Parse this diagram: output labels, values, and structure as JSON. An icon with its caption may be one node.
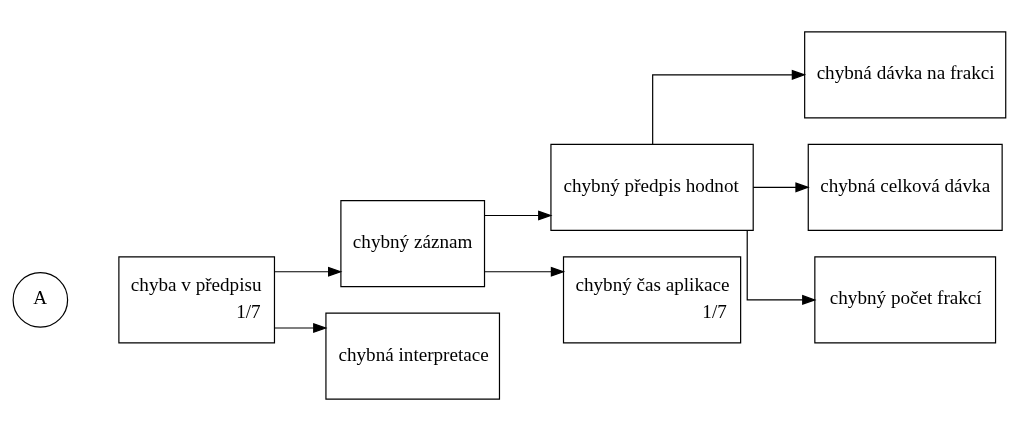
{
  "diagram": {
    "nodes": [
      {
        "text": [
          "A"
        ]
      },
      {
        "text": [
          "chyba v předpisu",
          "1/7"
        ]
      },
      {
        "text": [
          "chybný záznam"
        ]
      },
      {
        "text": [
          "chybná interpretace"
        ]
      },
      {
        "text": [
          "chybný předpis hodnot"
        ]
      },
      {
        "text": [
          "chybný čas aplikace",
          "1/7"
        ]
      },
      {
        "text": [
          "chybná dávka na frakci"
        ]
      },
      {
        "text": [
          "chybná celková dávka"
        ]
      },
      {
        "text": [
          "chybný počet frakcí"
        ]
      }
    ],
    "edges": [
      {
        "from": 1,
        "to": 2,
        "arrow": "to"
      },
      {
        "from": 1,
        "to": 3,
        "arrow": "to"
      },
      {
        "from": 2,
        "to": 4,
        "arrow": "to"
      },
      {
        "from": 2,
        "to": 5,
        "arrow": "to"
      },
      {
        "from": 4,
        "to": 6,
        "arrow": "to"
      },
      {
        "from": 4,
        "to": 7,
        "arrow": "to"
      },
      {
        "from": 4,
        "to": 8,
        "arrow": "to"
      }
    ]
  }
}
